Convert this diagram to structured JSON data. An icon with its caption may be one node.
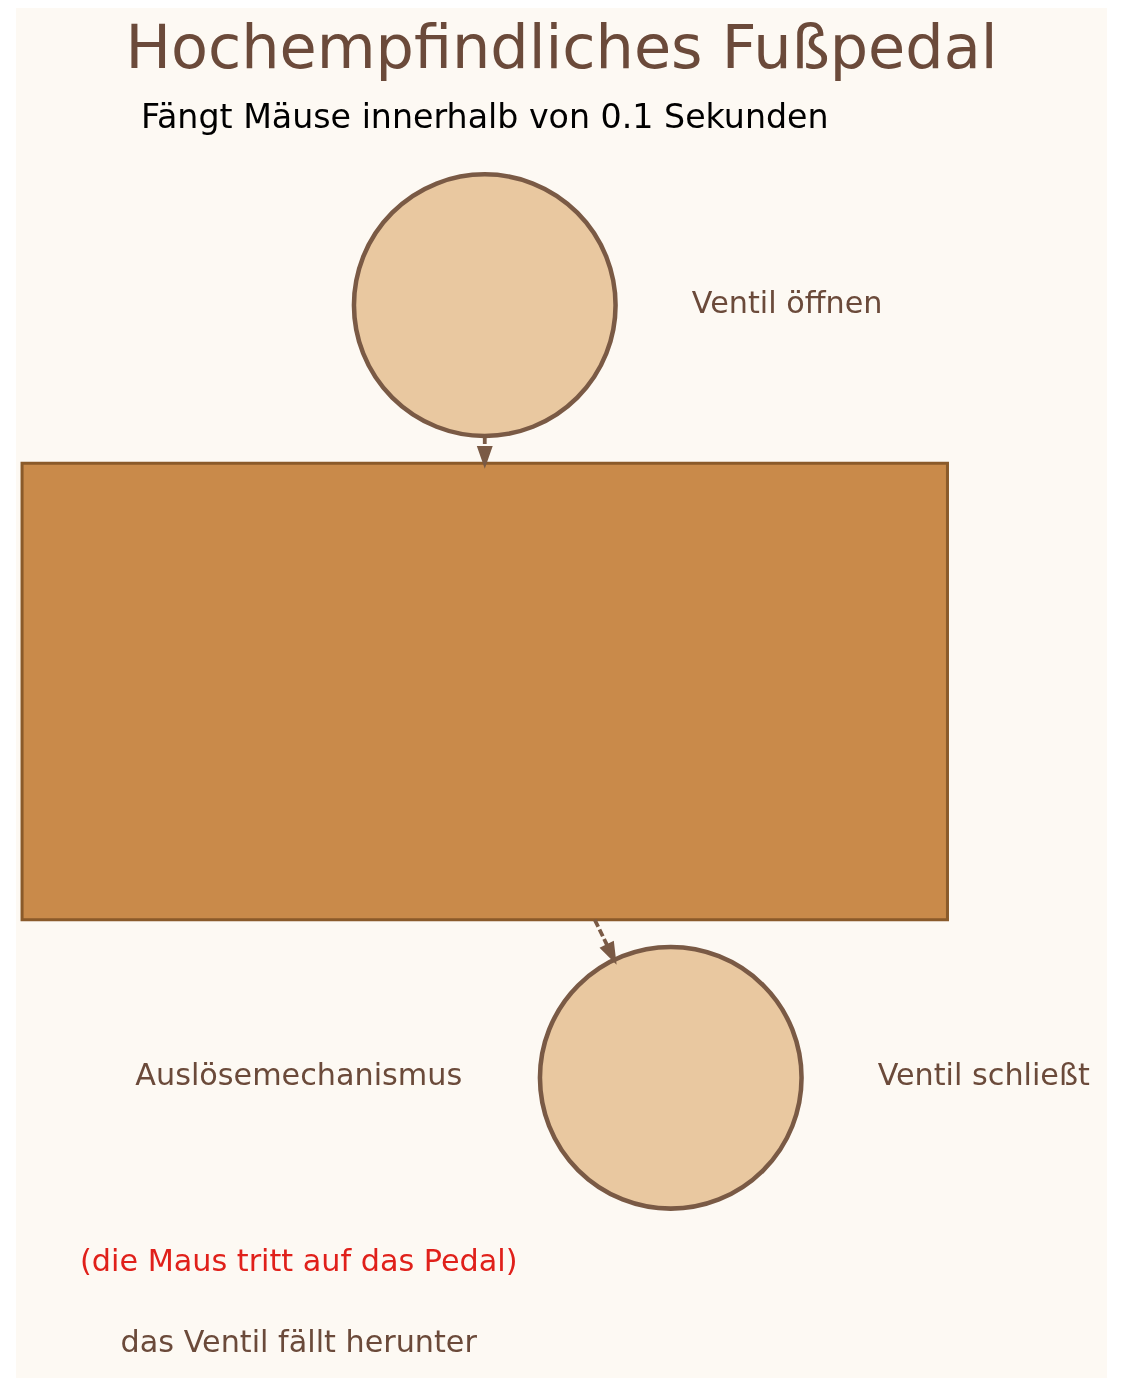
{
  "diagram": {
    "title": "Hochempfindliches Fußpedal",
    "nodes": [
      {
        "text": [],
        "shape": "circle",
        "beside": [
          "Ventil öffnen"
        ]
      },
      {
        "text": [],
        "shape": "box"
      },
      {
        "text": [],
        "shape": "circle",
        "beside": [
          "Ventil schließt"
        ]
      }
    ],
    "edges": [
      {
        "from": 0,
        "to": 1,
        "arrow": "to",
        "style": "dashed"
      },
      {
        "from": 1,
        "to": 2,
        "arrow": "to",
        "style": "dashed"
      }
    ],
    "labels": [
      "Fängt Mäuse innerhalb von 0.1 Sekunden",
      "Auslösemechanismus",
      "(die Maus tritt auf das Pedal)",
      "das Ventil fällt herunter"
    ]
  }
}
